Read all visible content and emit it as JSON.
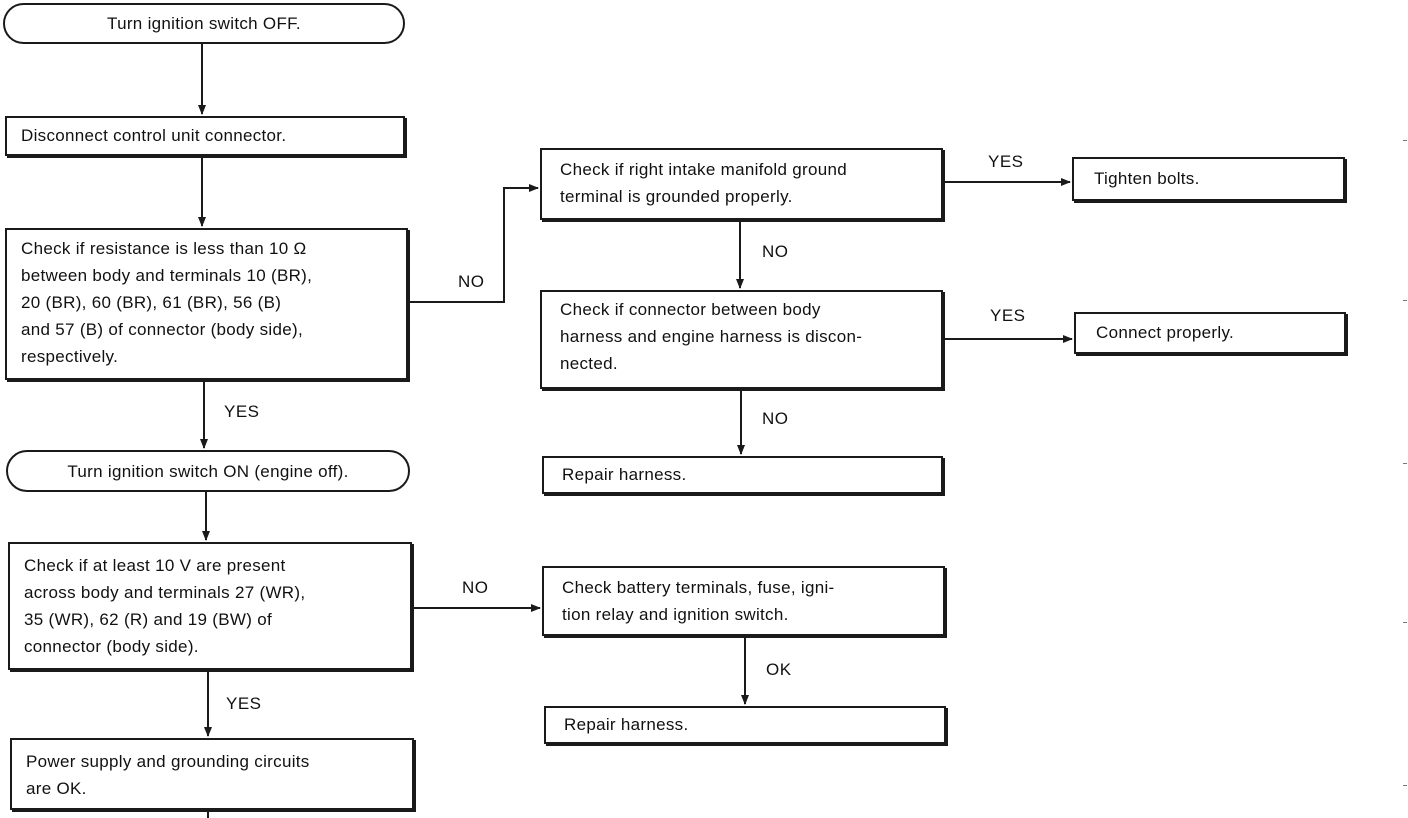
{
  "steps": {
    "ignition_off": "Turn ignition switch OFF.",
    "disconnect": "Disconnect control unit connector.",
    "check_resistance": [
      "Check if resistance is less than 10 Ω",
      "between body and terminals 10 (BR),",
      "20 (BR), 60 (BR), 61 (BR), 56 (B)",
      "and 57 (B) of connector (body side),",
      "respectively."
    ],
    "ignition_on": "Turn ignition switch ON (engine off).",
    "check_voltage": [
      "Check if at least 10 V are present",
      "across body and terminals 27 (WR),",
      "35 (WR), 62 (R) and 19 (BW) of",
      "connector (body side)."
    ],
    "power_ok": [
      "Power supply and grounding circuits",
      "are OK."
    ],
    "check_ground": [
      "Check if right intake manifold ground",
      "terminal is grounded properly."
    ],
    "tighten": "Tighten bolts.",
    "check_connector": [
      "Check if connector between body",
      "harness and engine harness is discon-",
      "nected."
    ],
    "connect": "Connect properly.",
    "repair_harness_1": "Repair harness.",
    "check_battery": [
      "Check battery terminals, fuse, igni-",
      "tion relay and ignition switch."
    ],
    "repair_harness_2": "Repair harness."
  },
  "labels": {
    "yes_resistance": "YES",
    "no_resistance": "NO",
    "yes_ground": "YES",
    "no_ground": "NO",
    "yes_connector": "YES",
    "no_connector": "NO",
    "no_voltage": "NO",
    "yes_voltage": "YES",
    "ok_battery": "OK"
  }
}
